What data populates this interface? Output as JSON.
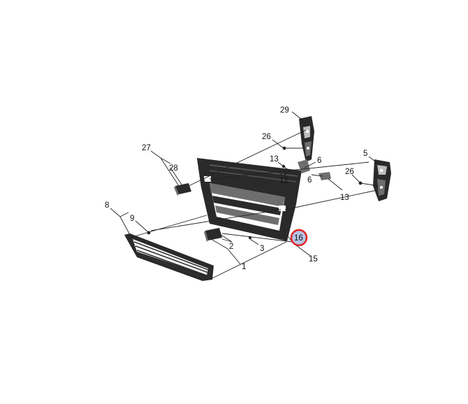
{
  "callouts": [
    {
      "id": "c29",
      "label": "29"
    },
    {
      "id": "c26a",
      "label": "26"
    },
    {
      "id": "c27",
      "label": "27"
    },
    {
      "id": "c28",
      "label": "28"
    },
    {
      "id": "c13a",
      "label": "13"
    },
    {
      "id": "c6a",
      "label": "6"
    },
    {
      "id": "c12",
      "label": "12"
    },
    {
      "id": "c6b",
      "label": "6"
    },
    {
      "id": "c5",
      "label": "5"
    },
    {
      "id": "c26b",
      "label": "26"
    },
    {
      "id": "c13b",
      "label": "13"
    },
    {
      "id": "c8",
      "label": "8"
    },
    {
      "id": "c9",
      "label": "9"
    },
    {
      "id": "c16",
      "label": "16"
    },
    {
      "id": "c2",
      "label": "2"
    },
    {
      "id": "c3",
      "label": "3"
    },
    {
      "id": "c15",
      "label": "15"
    },
    {
      "id": "c1",
      "label": "1"
    }
  ],
  "highlight": {
    "label": "16",
    "ring_color": "#e02020",
    "fill_color": "#b7c3e6"
  }
}
